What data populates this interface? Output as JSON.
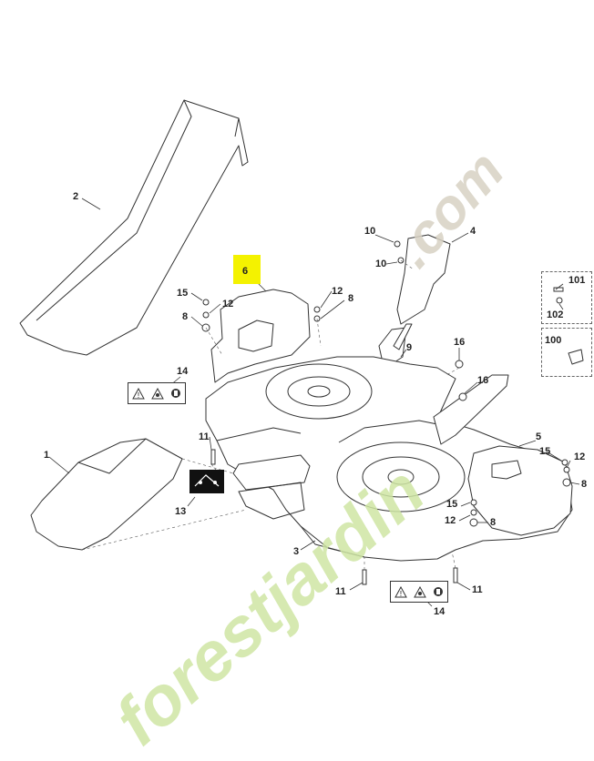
{
  "callouts": [
    {
      "id": "c-2a",
      "text": "2"
    },
    {
      "id": "c-6",
      "text": "6"
    },
    {
      "id": "c-15a",
      "text": "15"
    },
    {
      "id": "c-12a",
      "text": "12"
    },
    {
      "id": "c-8a",
      "text": "8"
    },
    {
      "id": "c-14a",
      "text": "14"
    },
    {
      "id": "c-10a",
      "text": "10"
    },
    {
      "id": "c-10b",
      "text": "10"
    },
    {
      "id": "c-4",
      "text": "4"
    },
    {
      "id": "c-12b",
      "text": "12"
    },
    {
      "id": "c-8b",
      "text": "8"
    },
    {
      "id": "c-9",
      "text": "9"
    },
    {
      "id": "c-16a",
      "text": "16"
    },
    {
      "id": "c-16b",
      "text": "16"
    },
    {
      "id": "c-101",
      "text": "101"
    },
    {
      "id": "c-102",
      "text": "102"
    },
    {
      "id": "c-100",
      "text": "100"
    },
    {
      "id": "c-5",
      "text": "5"
    },
    {
      "id": "c-15b",
      "text": "15"
    },
    {
      "id": "c-12c",
      "text": "12"
    },
    {
      "id": "c-8c",
      "text": "8"
    },
    {
      "id": "c-15c",
      "text": "15"
    },
    {
      "id": "c-12d",
      "text": "12"
    },
    {
      "id": "c-8d",
      "text": "8"
    },
    {
      "id": "c-11a",
      "text": "11"
    },
    {
      "id": "c-1",
      "text": "1"
    },
    {
      "id": "c-13",
      "text": "13"
    },
    {
      "id": "c-3",
      "text": "3"
    },
    {
      "id": "c-11b",
      "text": "11"
    },
    {
      "id": "c-11c",
      "text": "11"
    },
    {
      "id": "c-14b",
      "text": "14"
    }
  ],
  "watermark": {
    "line1": "forestjardin",
    "line2": ".com",
    "color_green": "#cfe6a4",
    "color_grey": "#d8d2c4",
    "color_orange": "#f4b26a"
  },
  "colors": {
    "line": "#333333",
    "highlight": "#f4f200"
  }
}
